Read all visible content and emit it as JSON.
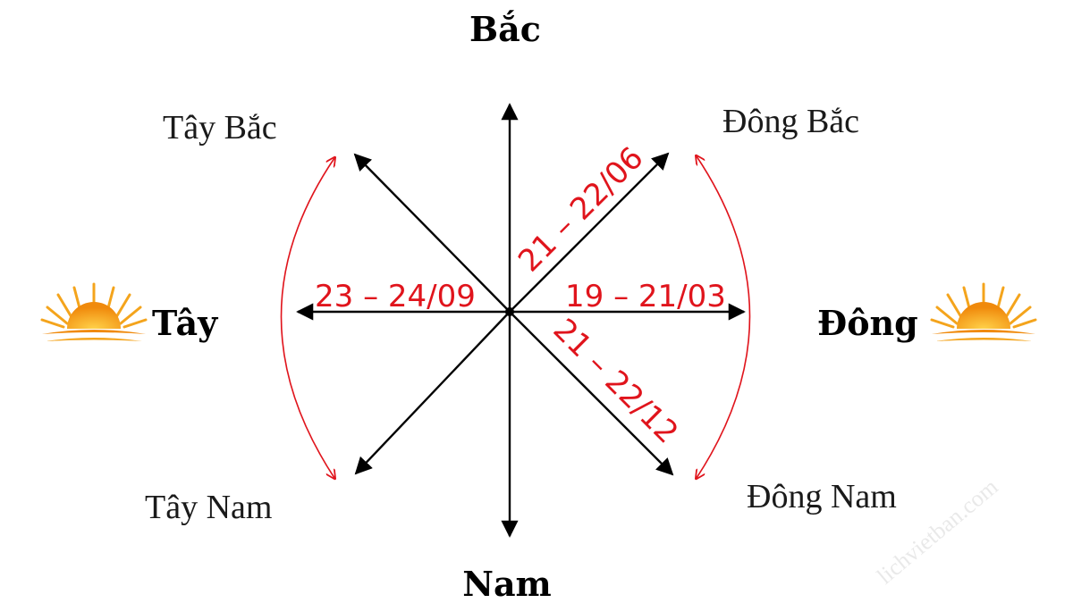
{
  "directions": {
    "north": "Bắc",
    "south": "Nam",
    "east": "Đông",
    "west": "Tây",
    "northeast": "Đông Bắc",
    "northwest": "Tây Bắc",
    "southeast": "Đông Nam",
    "southwest": "Tây Nam"
  },
  "dates": {
    "west": "23 – 24/09",
    "east": "19 – 21/03",
    "northeast": "21 – 22/06",
    "southeast": "21 – 22/12"
  },
  "icons": {
    "west": "rising-sun-icon",
    "east": "rising-sun-icon"
  },
  "watermark": "lichvietban.com",
  "colors": {
    "arrows": "#000000",
    "date_text": "#e0141c",
    "arcs": "#e0141c",
    "sun": "#f4a41c"
  }
}
